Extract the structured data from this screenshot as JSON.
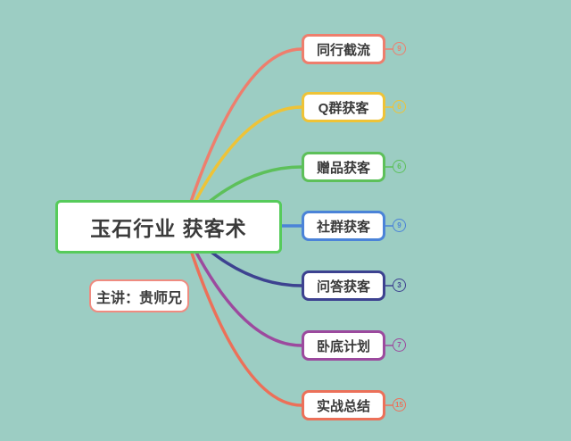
{
  "background_color": "#9ccdc3",
  "central_node": {
    "label": "玉石行业 获客术",
    "border_color": "#56cb5b"
  },
  "presenter_note": {
    "label": "主讲：贵师兄",
    "border_color": "#ef8b80"
  },
  "branches": [
    {
      "label": "同行截流",
      "color": "#ee7e6d",
      "badge": "9"
    },
    {
      "label": "Q群获客",
      "color": "#eec337",
      "badge": "6"
    },
    {
      "label": "赠品获客",
      "color": "#5dc05a",
      "badge": "6"
    },
    {
      "label": "社群获客",
      "color": "#4b83d8",
      "badge": "9"
    },
    {
      "label": "问答获客",
      "color": "#3d4290",
      "badge": "3"
    },
    {
      "label": "卧底计划",
      "color": "#9c4a9e",
      "badge": "7"
    },
    {
      "label": "实战总结",
      "color": "#ec7059",
      "badge": "15"
    }
  ]
}
